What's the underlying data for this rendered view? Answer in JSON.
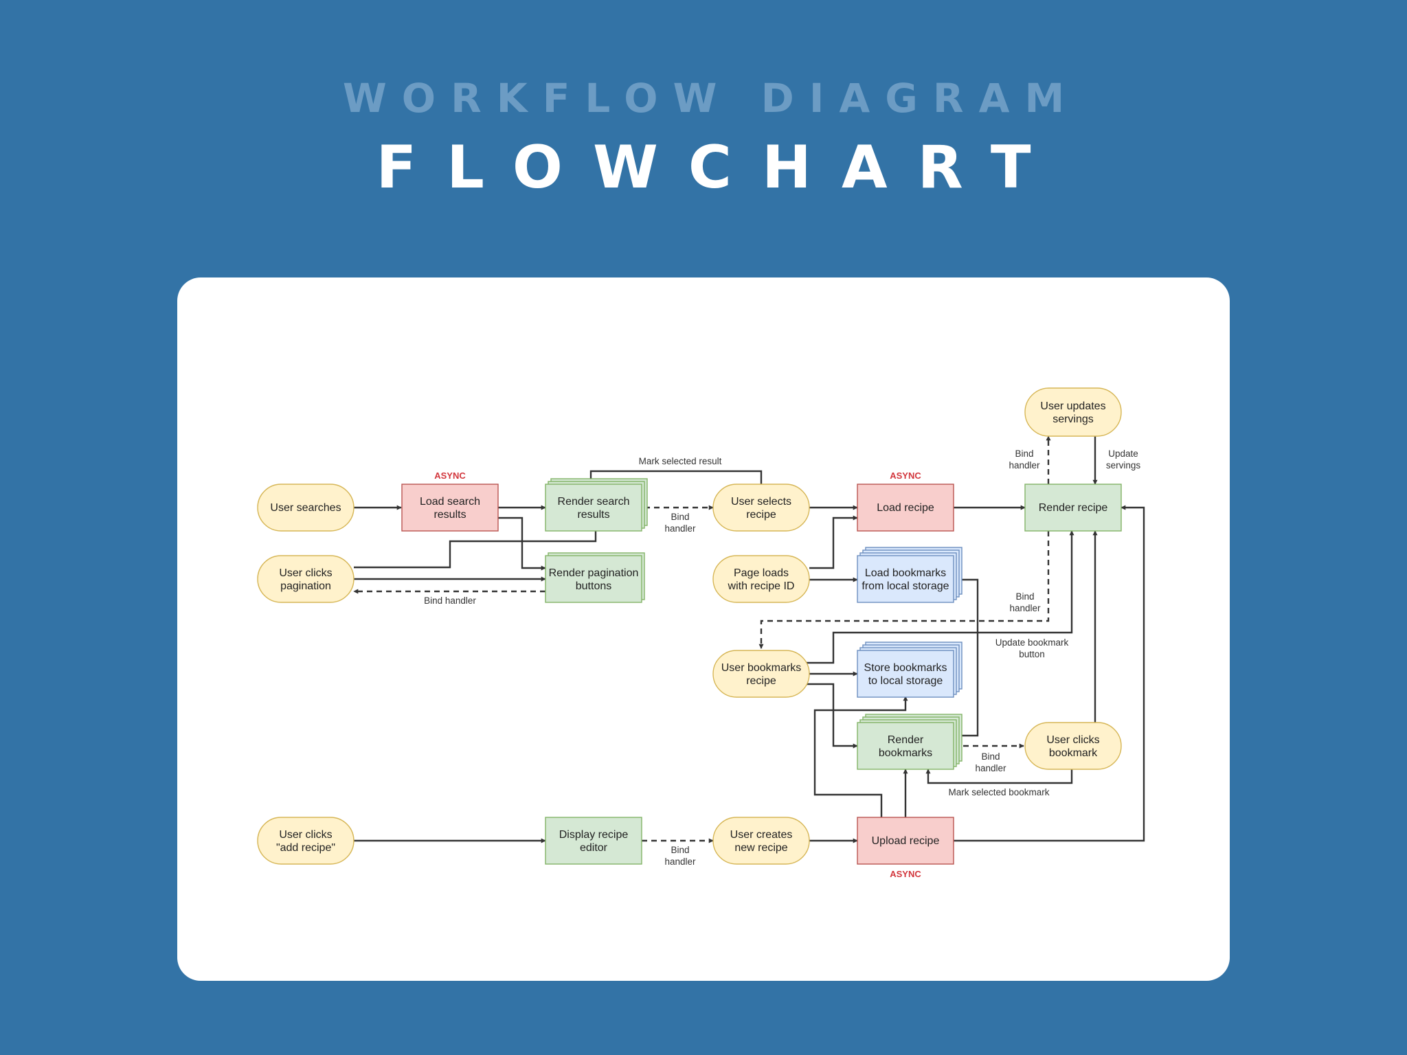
{
  "header": {
    "subtitle": "WORKFLOW DIAGRAM",
    "title": "FLOWCHART"
  },
  "colors": {
    "background": "#3373a6",
    "card": "#ffffff",
    "terminal_fill": "#fff2cc",
    "async_fill": "#f8cecc",
    "render_fill": "#d5e8d4",
    "storage_fill": "#dae8fc",
    "async_tag": "#d2363c"
  },
  "nodes": {
    "user_searches": {
      "lines": [
        "User searches"
      ]
    },
    "load_search_results": {
      "lines": [
        "Load search",
        "results"
      ],
      "tag": "ASYNC"
    },
    "render_search_results": {
      "lines": [
        "Render search",
        "results"
      ]
    },
    "user_selects_recipe": {
      "lines": [
        "User selects",
        "recipe"
      ]
    },
    "load_recipe": {
      "lines": [
        "Load recipe"
      ],
      "tag": "ASYNC"
    },
    "render_recipe": {
      "lines": [
        "Render recipe"
      ]
    },
    "user_updates_servings": {
      "lines": [
        "User updates",
        "servings"
      ]
    },
    "user_clicks_pagination": {
      "lines": [
        "User clicks",
        "pagination"
      ]
    },
    "render_pagination_buttons": {
      "lines": [
        "Render pagination",
        "buttons"
      ]
    },
    "page_loads_with_recipe_id": {
      "lines": [
        "Page loads",
        "with recipe ID"
      ]
    },
    "load_bookmarks": {
      "lines": [
        "Load bookmarks",
        "from local storage"
      ]
    },
    "user_bookmarks_recipe": {
      "lines": [
        "User bookmarks",
        "recipe"
      ]
    },
    "store_bookmarks": {
      "lines": [
        "Store bookmarks",
        "to local storage"
      ]
    },
    "render_bookmarks": {
      "lines": [
        "Render",
        "bookmarks"
      ]
    },
    "user_clicks_bookmark": {
      "lines": [
        "User clicks",
        "bookmark"
      ]
    },
    "user_clicks_add_recipe": {
      "lines": [
        "User clicks",
        "\"add recipe\""
      ]
    },
    "display_recipe_editor": {
      "lines": [
        "Display recipe",
        "editor"
      ]
    },
    "user_creates_new_recipe": {
      "lines": [
        "User creates",
        "new recipe"
      ]
    },
    "upload_recipe": {
      "lines": [
        "Upload recipe"
      ],
      "tag": "ASYNC"
    }
  },
  "edge_labels": {
    "mark_selected_result": [
      "Mark selected result"
    ],
    "bind_handler_search": [
      "Bind",
      "handler"
    ],
    "bind_handler_pagination": [
      "Bind handler"
    ],
    "bind_handler_servings": [
      "Bind",
      "handler"
    ],
    "update_servings": [
      "Update",
      "servings"
    ],
    "bind_handler_bookmark": [
      "Bind",
      "handler"
    ],
    "update_bookmark_button": [
      "Update bookmark",
      "button"
    ],
    "bind_handler_bookmarks": [
      "Bind",
      "handler"
    ],
    "mark_selected_bookmark": [
      "Mark selected bookmark"
    ],
    "bind_handler_editor": [
      "Bind",
      "handler"
    ]
  }
}
